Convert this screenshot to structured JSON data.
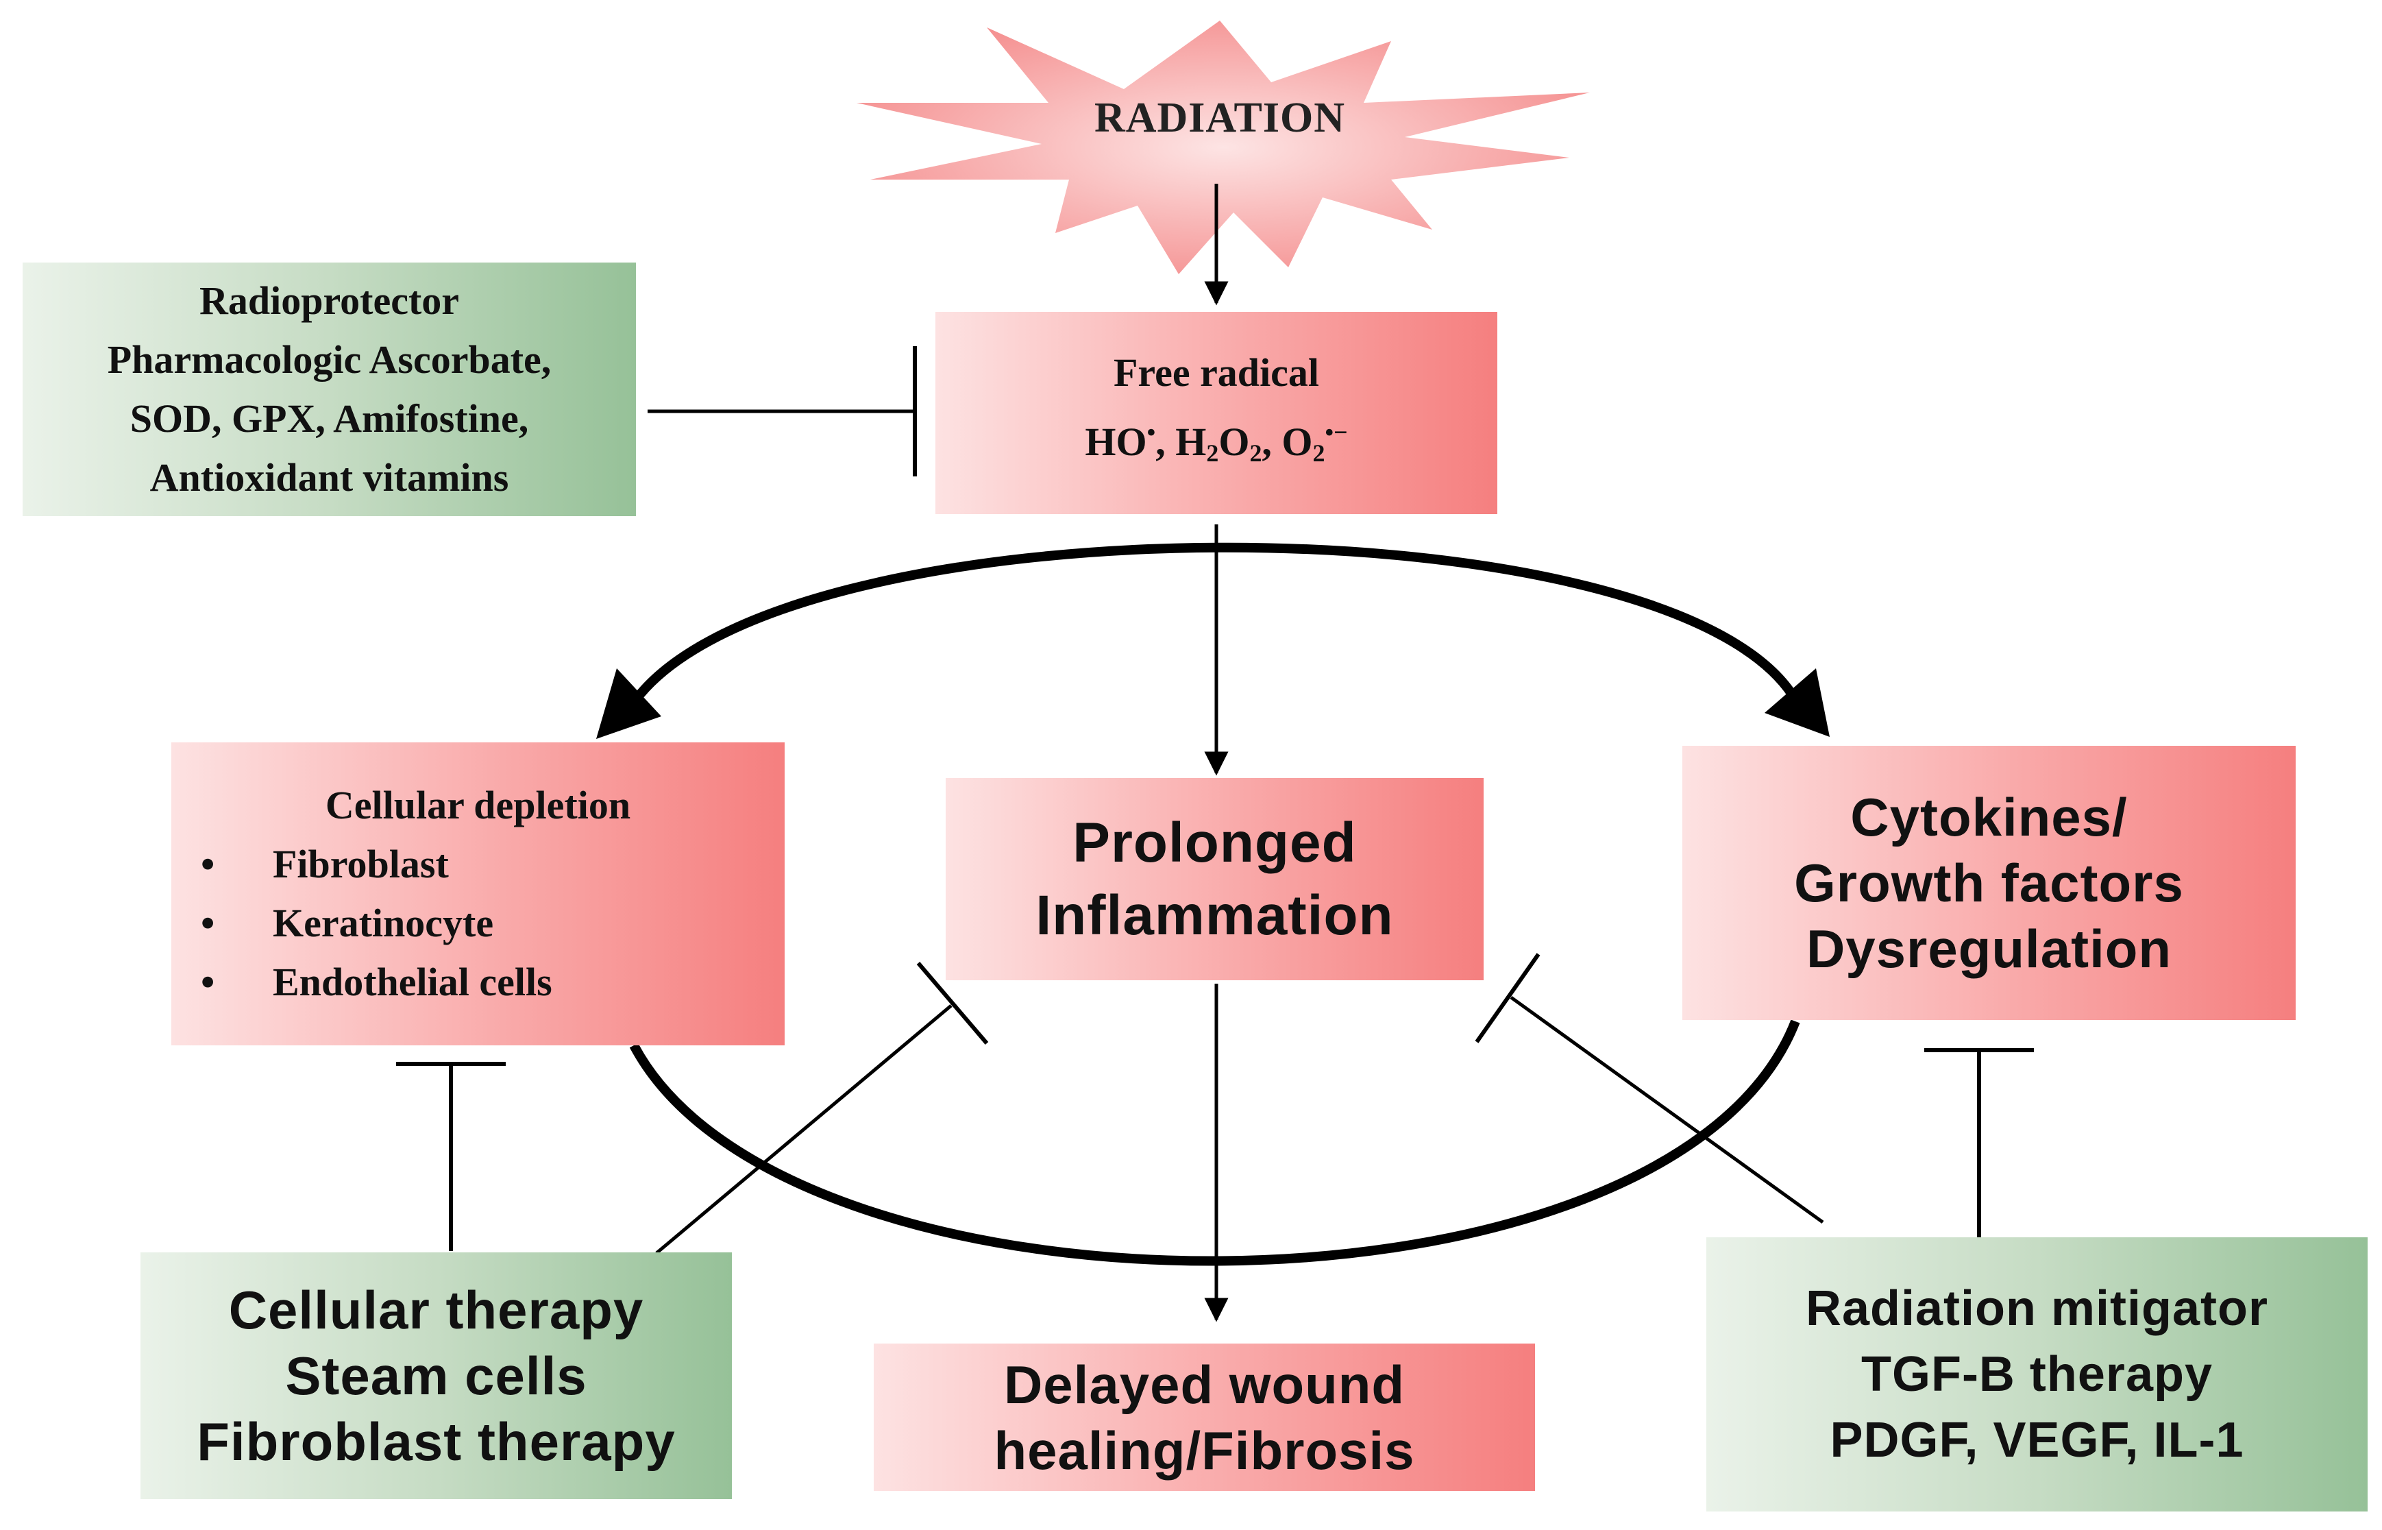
{
  "radiation": {
    "label": "RADIATION"
  },
  "free_radical": {
    "title": "Free radical",
    "species": {
      "hydroxyl": {
        "base": "HO",
        "sup": "•"
      },
      "peroxide": {
        "h": "H",
        "h_sub": "2",
        "o": "O",
        "o_sub": "2"
      },
      "superoxide": {
        "o": "O",
        "o_sub": "2",
        "sup": "•−"
      }
    },
    "sep": ", "
  },
  "radioprotector": {
    "lines": [
      "Radioprotector",
      "Pharmacologic Ascorbate,",
      "SOD, GPX, Amifostine,",
      "Antioxidant vitamins"
    ]
  },
  "cellular_depletion": {
    "title": "Cellular depletion",
    "bullet": "•",
    "items": [
      "Fibroblast",
      "Keratinocyte",
      "Endothelial cells"
    ]
  },
  "prolonged_inflammation": {
    "lines": [
      "Prolonged",
      "Inflammation"
    ]
  },
  "cytokines": {
    "lines": [
      "Cytokines/",
      "Growth factors",
      "Dysregulation"
    ]
  },
  "delayed_healing": {
    "lines": [
      "Delayed wound",
      "healing/Fibrosis"
    ]
  },
  "cellular_therapy": {
    "lines": [
      "Cellular therapy",
      "Steam cells",
      "Fibroblast therapy"
    ]
  },
  "radiation_mitigator": {
    "lines": [
      "Radiation mitigator",
      "TGF-B therapy",
      "PDGF, VEGF, IL-1"
    ]
  },
  "colors": {
    "effect_box_start": "#fde2e2",
    "effect_box_end": "#f57f7f",
    "intervention_box_start": "#eaf2e9",
    "intervention_box_end": "#96c198",
    "arrow": "#000000",
    "burst": "#f48a8a"
  }
}
